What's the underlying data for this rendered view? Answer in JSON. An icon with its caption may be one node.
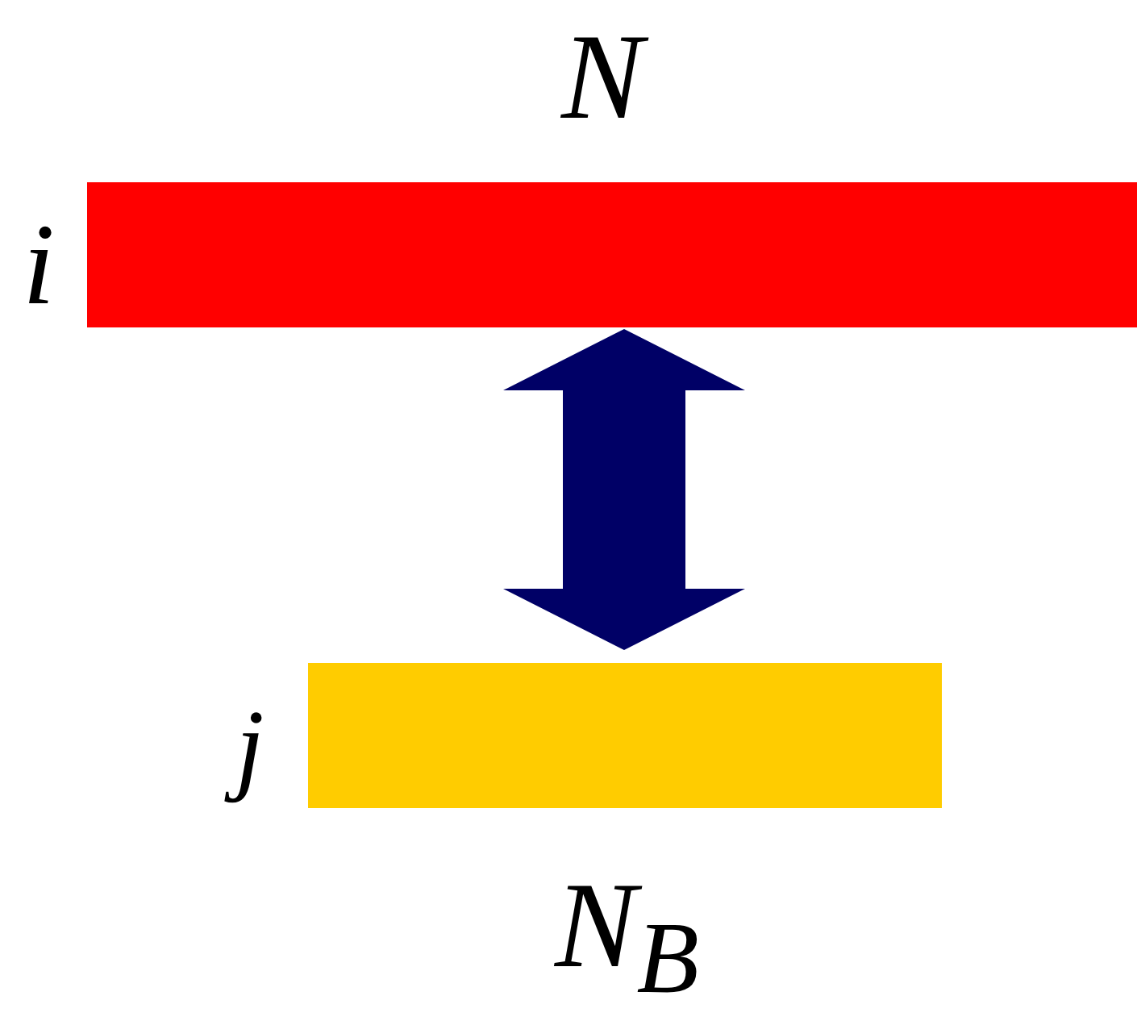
{
  "diagram": {
    "nodes": [
      {
        "text": [
          "N"
        ],
        "beside": [
          "i"
        ]
      },
      {
        "text": [
          "N$_{B}$"
        ],
        "beside": [
          "j"
        ]
      }
    ],
    "edges": [
      {
        "from": 0,
        "to": 1,
        "arrow": "both",
        "style": "thick",
        "color": "#000066"
      }
    ]
  }
}
